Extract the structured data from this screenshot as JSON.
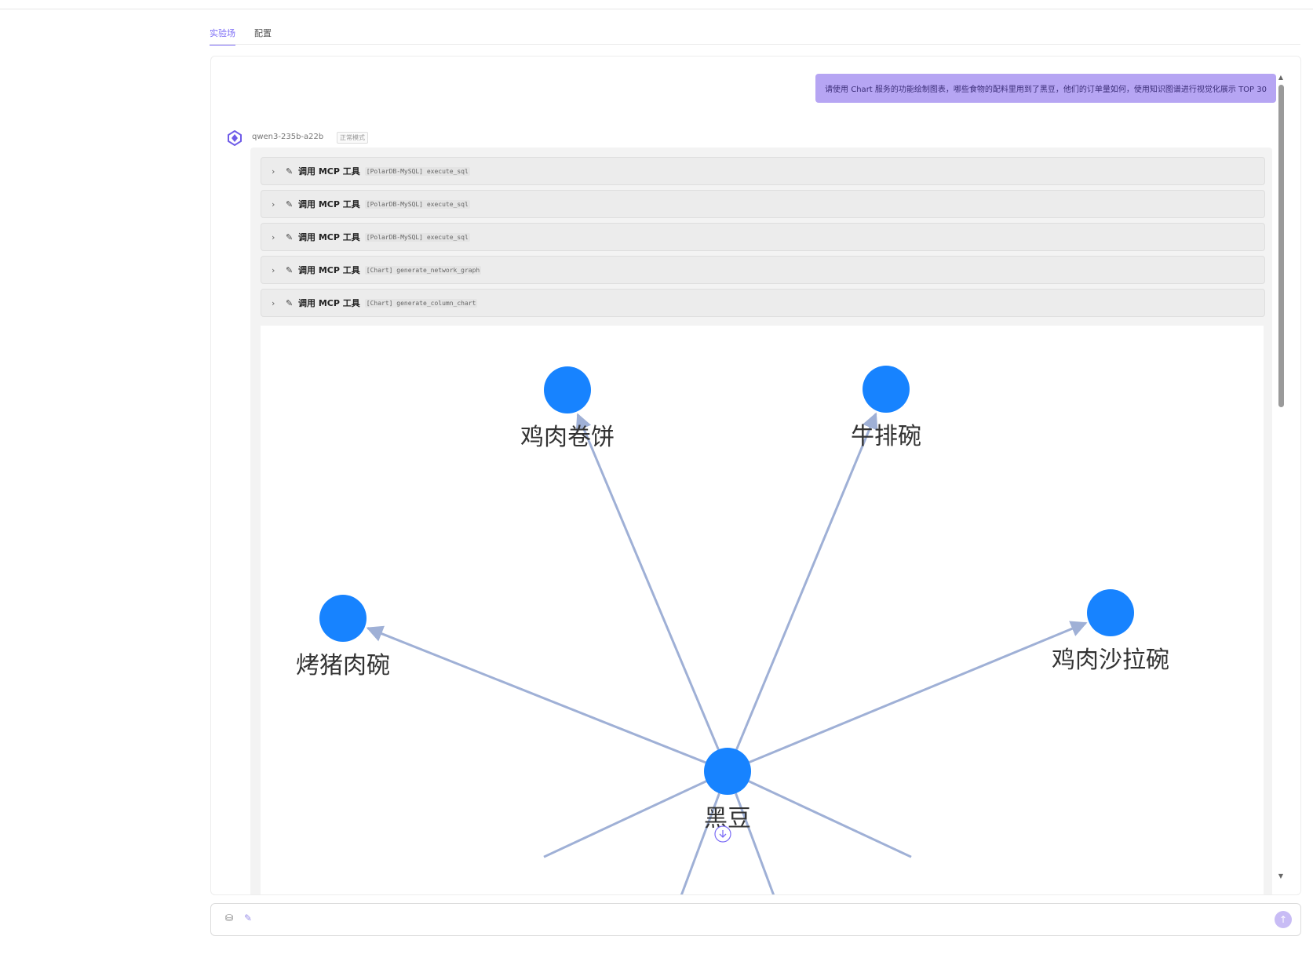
{
  "tabs": [
    {
      "label": "实验场",
      "active": true
    },
    {
      "label": "配置",
      "active": false
    }
  ],
  "conversation": {
    "user_message": "请使用 Chart 服务的功能绘制图表，哪些食物的配料里用到了黑豆，他们的订单量如何，使用知识图谱进行视觉化展示 TOP 30",
    "assistant": {
      "model": "qwen3-235b-a22b",
      "mode_badge": "正常模式",
      "tool_calls": [
        {
          "label": "调用 MCP 工具",
          "detail": "[PolarDB-MySQL] execute_sql"
        },
        {
          "label": "调用 MCP 工具",
          "detail": "[PolarDB-MySQL] execute_sql"
        },
        {
          "label": "调用 MCP 工具",
          "detail": "[PolarDB-MySQL] execute_sql"
        },
        {
          "label": "调用 MCP 工具",
          "detail": "[Chart] generate_network_graph"
        },
        {
          "label": "调用 MCP 工具",
          "detail": "[Chart] generate_column_chart"
        }
      ]
    }
  },
  "icons": {
    "avatar": "qwen-logo-icon",
    "chevron": "chevron-right-icon",
    "tool": "pencil-icon",
    "scroll_down": "arrow-down-circle-icon",
    "attach": "toolbox-icon",
    "edit": "pen-icon",
    "send": "send-arrow-icon"
  },
  "colors": {
    "accent": "#7b6cf6",
    "user_bubble": "#b6a5f3",
    "node": "#1783ff",
    "edge": "#9fb0d6"
  },
  "chart_data": {
    "type": "network",
    "center": "黑豆",
    "nodes": [
      "黑豆",
      "鸡肉卷饼",
      "牛排碗",
      "烤猪肉碗",
      "鸡肉沙拉碗"
    ],
    "edges": [
      {
        "source": "黑豆",
        "target": "鸡肉卷饼"
      },
      {
        "source": "黑豆",
        "target": "牛排碗"
      },
      {
        "source": "黑豆",
        "target": "烤猪肉碗"
      },
      {
        "source": "黑豆",
        "target": "鸡肉沙拉碗"
      }
    ]
  }
}
